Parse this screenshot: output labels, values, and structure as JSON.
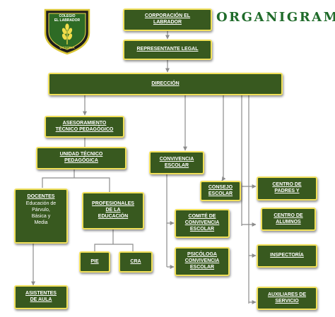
{
  "header": {
    "title": "ORGANIGRAMA",
    "logo_top_text": "COLEGIO\nEL LABRADOR",
    "logo_bottom_text": "VICTORIA"
  },
  "nodes": {
    "corporacion": "CORPORACIÓN EL\nLABRADOR",
    "representante": "REPRESENTANTE LEGAL",
    "direccion": "DIRECCIÓN",
    "asesoramiento": "ASESORAMIENTO\nTÉCNICO PEDAGÓGICO",
    "utp": "UNIDAD TÉCNICO\nPEDAGÓGICA",
    "docentes_title": "DOCENTES",
    "docentes_sub": "Educación de\nPárvulo,\nBásica y\nMedia",
    "profesionales": "PROFESIONALES\nDE LA\nEDUCACIÓN",
    "pie": "PIE",
    "cra": "CRA",
    "asistentes": "ASISTENTES\nDE AULA",
    "convivencia": "CONVIVENCIA\nESCOLAR",
    "consejo": "CONSEJO\nESCOLAR",
    "comite": "COMITÉ DE\nCONVIVENCIA\nESCOLAR",
    "psicologa": "PSICÓLOGA\nCONVIVENCIA\nESCOLAR",
    "centro_padres": "CENTRO DE\nPADRES Y",
    "centro_alumnos": "CENTRO DE\nALUMNOS",
    "inspectoria": "INSPECTORÍA",
    "auxiliares": "AUXILIARES DE\nSERVICIO"
  },
  "colors": {
    "box_fill": "#38591f",
    "box_border": "#f2e15a",
    "box_text": "#ffffff",
    "title": "#1f6b2a",
    "connector": "#8c8c8c"
  }
}
